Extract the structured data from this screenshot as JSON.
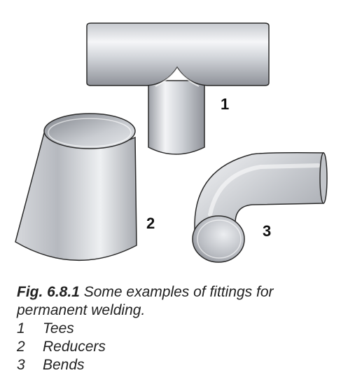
{
  "figure": {
    "label": "Fig. 6.8.1",
    "caption": "Some examples of fittings for permanent welding.",
    "caption_line2": "permanent welding."
  },
  "callouts": {
    "tee": "1",
    "reducer": "2",
    "bend": "3"
  },
  "legend": [
    {
      "number": "1",
      "text": "Tees"
    },
    {
      "number": "2",
      "text": "Reducers"
    },
    {
      "number": "3",
      "text": "Bends"
    }
  ],
  "colors": {
    "metal_light": "#f4f5f7",
    "metal_mid": "#b9bcc2",
    "metal_dark": "#8d9097",
    "outline": "#2b2b2b"
  }
}
